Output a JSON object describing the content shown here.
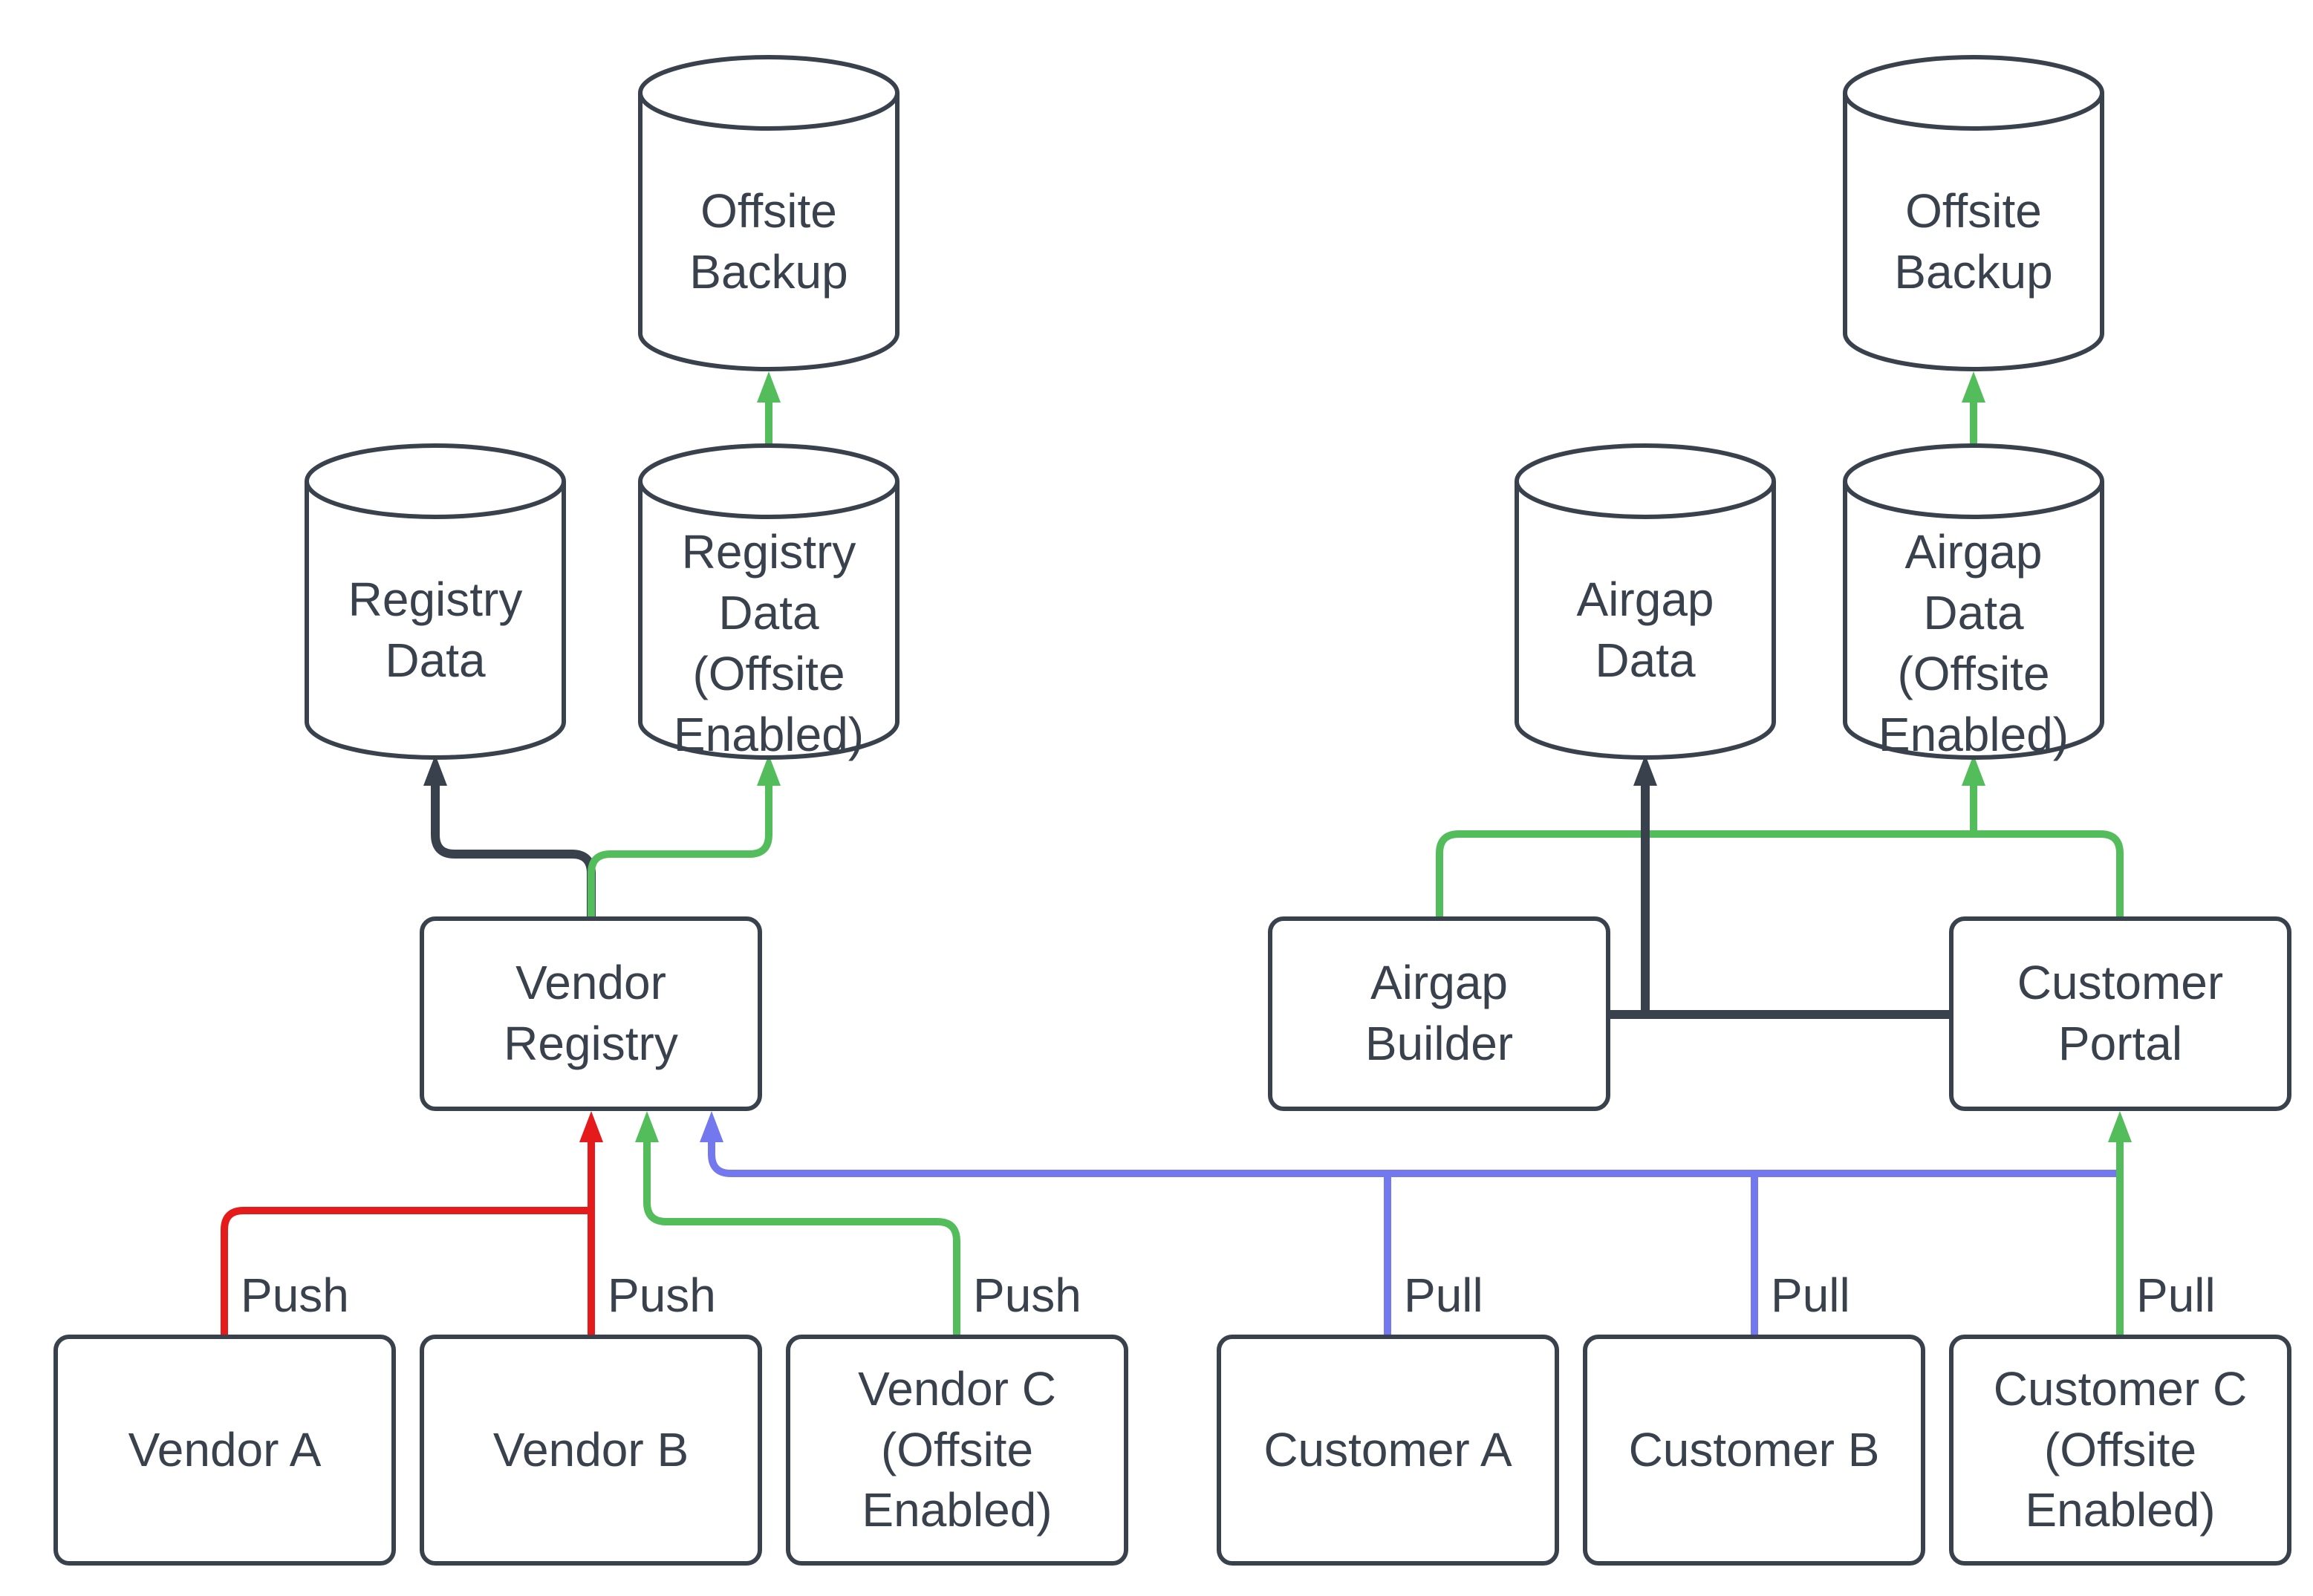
{
  "nodes": {
    "offsite_backup_left": {
      "label": "Offsite\nBackup",
      "type": "database"
    },
    "registry_data": {
      "label": "Registry\nData",
      "type": "database"
    },
    "registry_data_offsite": {
      "label": "Registry\nData\n(Offsite\nEnabled)",
      "type": "database"
    },
    "airgap_data": {
      "label": "Airgap\nData",
      "type": "database"
    },
    "airgap_data_offsite": {
      "label": "Airgap\nData\n(Offsite\nEnabled)",
      "type": "database"
    },
    "offsite_backup_right": {
      "label": "Offsite\nBackup",
      "type": "database"
    },
    "vendor_registry": {
      "label": "Vendor\nRegistry",
      "type": "process"
    },
    "airgap_builder": {
      "label": "Airgap\nBuilder",
      "type": "process"
    },
    "customer_portal": {
      "label": "Customer\nPortal",
      "type": "process"
    },
    "vendor_a": {
      "label": "Vendor A",
      "type": "actor"
    },
    "vendor_b": {
      "label": "Vendor B",
      "type": "actor"
    },
    "vendor_c": {
      "label": "Vendor C\n(Offsite\nEnabled)",
      "type": "actor"
    },
    "customer_a": {
      "label": "Customer A",
      "type": "actor"
    },
    "customer_b": {
      "label": "Customer B",
      "type": "actor"
    },
    "customer_c": {
      "label": "Customer C\n(Offsite\nEnabled)",
      "type": "actor"
    }
  },
  "edge_labels": {
    "push_vendor_a": "Push",
    "push_vendor_b": "Push",
    "push_vendor_c": "Push",
    "pull_customer_a": "Pull",
    "pull_customer_b": "Pull",
    "pull_customer_c": "Pull"
  },
  "colors": {
    "background": "#ffffff",
    "text": "#39414d",
    "node_stroke": "#39414d",
    "edge_dark": "#39414d",
    "edge_red": "#e51a1a",
    "edge_green": "#54bd5b",
    "edge_blue": "#7478ee"
  }
}
